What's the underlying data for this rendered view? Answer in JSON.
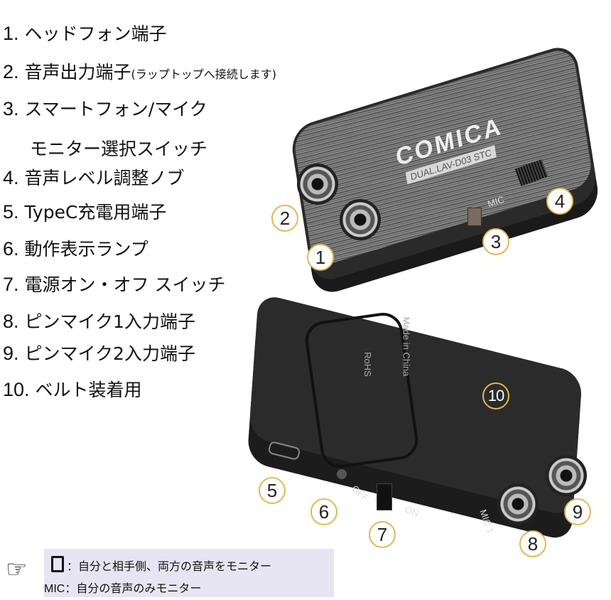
{
  "items": [
    {
      "num": "1.",
      "label": "ヘッドフォン端子"
    },
    {
      "num": "2.",
      "label": "音声出力端子",
      "note": "(ラップトップへ接続します)"
    },
    {
      "num": "3.",
      "label": "スマートフォン/マイク",
      "label2": "モニター選択スイッチ"
    },
    {
      "num": "4.",
      "label": "音声レベル調整ノブ"
    },
    {
      "num": "5.",
      "label": "TypeC充電用端子"
    },
    {
      "num": "6.",
      "label": "動作表示ランプ"
    },
    {
      "num": "7.",
      "label": "電源オン・オフ スイッチ"
    },
    {
      "num": "8.",
      "label": "ピンマイク1入力端子"
    },
    {
      "num": "9.",
      "label": "ピンマイク2入力端子"
    },
    {
      "num": "10.",
      "label": "ベルト装着用"
    }
  ],
  "callouts": [
    "1",
    "2",
    "3",
    "4",
    "5",
    "6",
    "7",
    "8",
    "9",
    "10"
  ],
  "device": {
    "brand": "COMICA",
    "model": "DUAL.LAV-D03 STC",
    "mic": "MIC",
    "off": "OFF",
    "on": "ON",
    "mic1": "MIC 1",
    "made": "Made in China",
    "rohs": "RoHS"
  },
  "legend": {
    "phone_desc": "：自分と相手側、両方の音声をモニター",
    "mic_label": "MIC",
    "mic_desc": "：自分の音声のみモニター"
  },
  "colors": {
    "callout_border": "#e2b757",
    "legend_bg": "#e7e5f3"
  }
}
